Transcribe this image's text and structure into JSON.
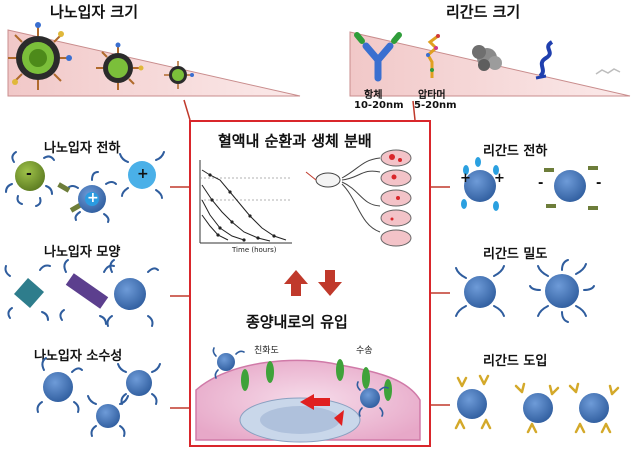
{
  "top": {
    "nanoparticle_size": "나노입자 크기",
    "ligand_size": "리간드 크기",
    "antibody": "항체",
    "antibody_range": "10-20nm",
    "aptamer": "압타머",
    "aptamer_range": "5-20nm"
  },
  "left": {
    "charge": "나노입자 전하",
    "shape": "나노입자 모양",
    "hydrophobicity": "나노입자 소수성"
  },
  "right": {
    "charge": "리간드 전하",
    "density": "리간드 밀도",
    "introduction": "리간드 도입"
  },
  "center": {
    "title_top": "혈액내 순환과 생체 분배",
    "time_axis": "Time (hours)",
    "title_bottom": "종양내로의 유입",
    "affinity": "친화도",
    "transport": "수송"
  },
  "symbols": {
    "minus": "-",
    "plus": "+"
  },
  "colors": {
    "frame": "#d9262b",
    "particle": "#4a7cc0",
    "arrow": "#c0392b",
    "wedge": "#f3d3d3"
  }
}
